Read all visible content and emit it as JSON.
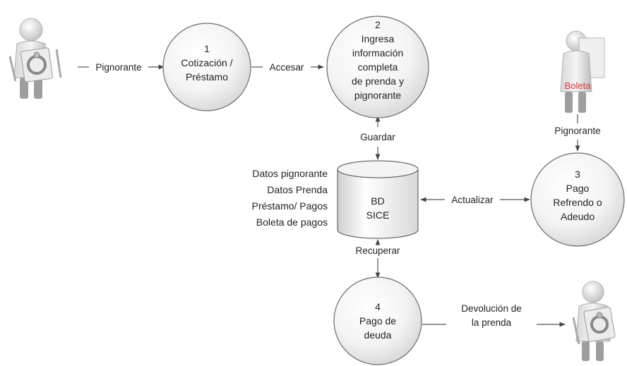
{
  "colors": {
    "line": "#555555",
    "circle_fill_inner": "#ffffff",
    "circle_fill_outer": "#dcdcdc",
    "boleta_text": "#e0303a"
  },
  "processes": [
    {
      "number": "1",
      "lines": [
        "Cotización /",
        "Préstamo"
      ]
    },
    {
      "number": "2",
      "lines": [
        "Ingresa",
        "información",
        "completa",
        "de prenda y",
        "pignorante"
      ]
    },
    {
      "number": "3",
      "lines": [
        "Pago",
        "Refrendo o",
        "Adeudo"
      ]
    },
    {
      "number": "4",
      "lines": [
        "Pago de",
        "deuda"
      ]
    }
  ],
  "datastore": {
    "lines": [
      "BD",
      "SICE"
    ],
    "contents": [
      "Datos pignorante",
      "Datos Prenda",
      "Préstamo/ Pagos",
      "Boleta de pagos"
    ]
  },
  "edges": {
    "pignorante_top": "Pignorante",
    "accesar": "Accesar",
    "guardar": "Guardar",
    "pignorante_right": "Pignorante",
    "actualizar": "Actualizar",
    "recuperar": "Recuperar",
    "devolucion": [
      "Devolución de",
      "la prenda"
    ]
  },
  "actors": {
    "boleta_sign": "Boleta",
    "icons": [
      "person-holding-ring-icon",
      "person-holding-sign-icon",
      "person-holding-ring-icon"
    ]
  }
}
